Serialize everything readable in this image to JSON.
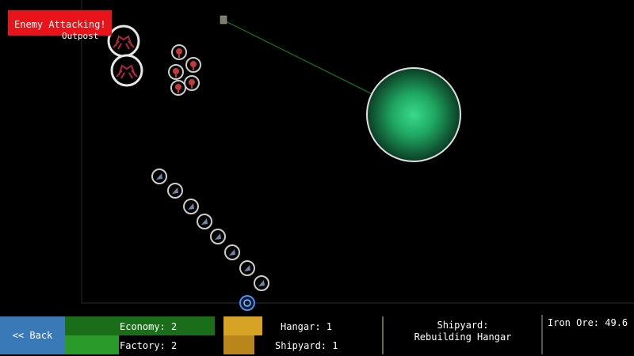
{
  "alert": {
    "text": "Enemy Attacking!"
  },
  "outpost": {
    "label": "Outpost"
  },
  "hud": {
    "back_label": "<< Back",
    "economy": "Economy: 2",
    "factory": "Factory: 2",
    "hangar": "Hangar: 1",
    "shipyard_count": "Shipyard: 1",
    "status_title": "Shipyard:",
    "status_detail": "Rebuilding Hangar",
    "resource": "Iron Ore: 49.6"
  },
  "colors": {
    "alert_bg": "#e8141a",
    "back_bg": "#3a79b8",
    "economy_bar": "#1a6e1a",
    "factory_bar": "#2a9a2a",
    "hangar_bar": "#d7a325",
    "shipyard_bar": "#b8861a",
    "enemy_ring": "#d8d8d8",
    "friendly_ring": "#c8c8c8",
    "planet_glow": "#2fd67a"
  }
}
